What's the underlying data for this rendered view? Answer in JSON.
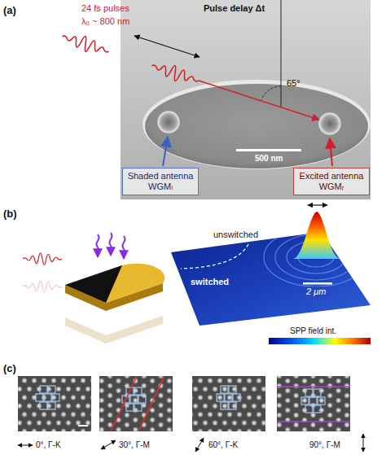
{
  "diagram": {
    "nodes": [
      {
        "text": [
          "Shaded antenna WGMₗ"
        ]
      },
      {
        "text": [
          "Excited antenna WGMᵣ"
        ]
      }
    ],
    "labels": [
      "(a)",
      "24 fs pulses",
      "λ₀ ~ 800 nm",
      "Pulse delay Δt",
      "65°",
      "500 nm",
      "(b)",
      "unswitched",
      "switched",
      "2 μm",
      "SPP field int.",
      "(c)",
      "0°, Γ-K",
      "30°, Γ-M",
      "60°, Γ-K",
      "90°, Γ-M"
    ]
  }
}
